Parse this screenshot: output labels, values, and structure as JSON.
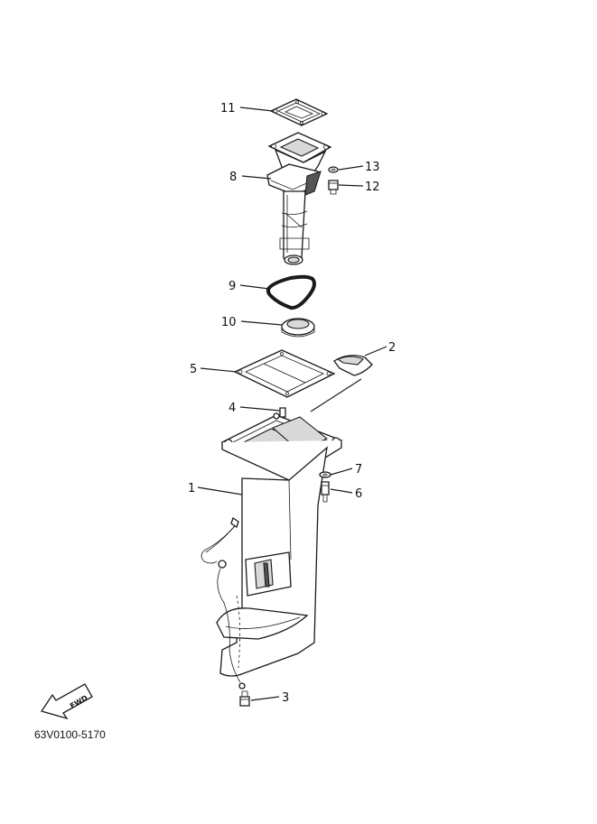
{
  "callouts": [
    {
      "id": "c1",
      "label": "1",
      "name": "upper-casing"
    },
    {
      "id": "c2",
      "label": "2",
      "name": "cover"
    },
    {
      "id": "c3",
      "label": "3",
      "name": "bolt-bottom"
    },
    {
      "id": "c4",
      "label": "4",
      "name": "dowel-pin"
    },
    {
      "id": "c5",
      "label": "5",
      "name": "gasket-upper-casing"
    },
    {
      "id": "c6",
      "label": "6",
      "name": "bolt-side"
    },
    {
      "id": "c7",
      "label": "7",
      "name": "washer-side"
    },
    {
      "id": "c8",
      "label": "8",
      "name": "exhaust-guide"
    },
    {
      "id": "c9",
      "label": "9",
      "name": "seal-ring"
    },
    {
      "id": "c10",
      "label": "10",
      "name": "rubber-seal"
    },
    {
      "id": "c11",
      "label": "11",
      "name": "gasket-top"
    },
    {
      "id": "c12",
      "label": "12",
      "name": "bolt-top"
    },
    {
      "id": "c13",
      "label": "13",
      "name": "washer-top"
    }
  ],
  "diagram_code": "63V0100-5170",
  "fwd_label": "FWD"
}
